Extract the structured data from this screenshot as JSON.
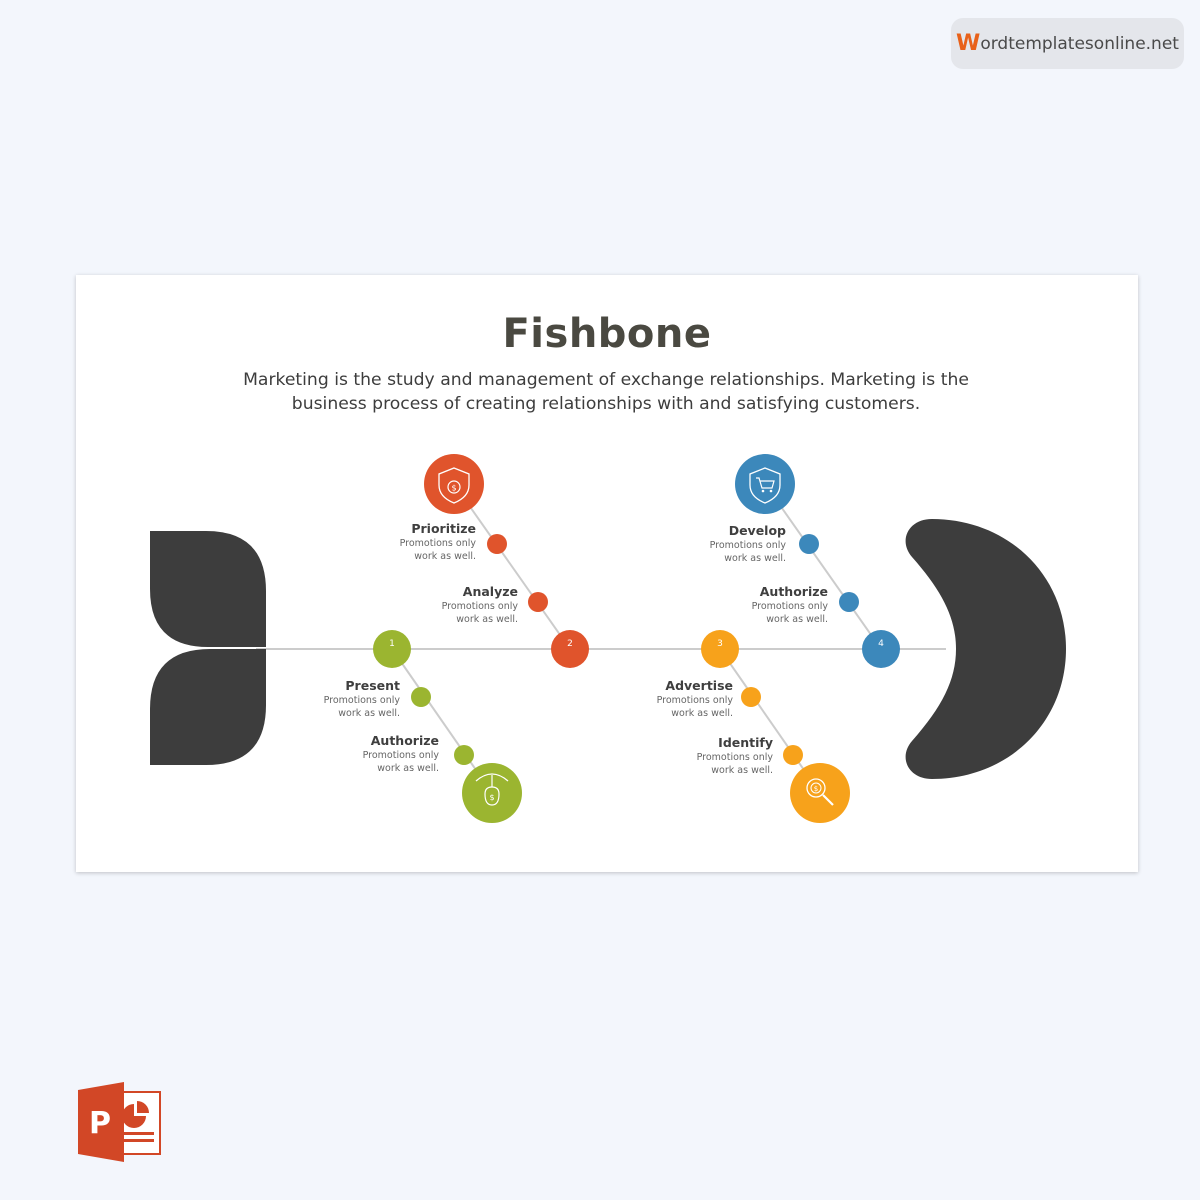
{
  "watermark": {
    "first_letter": "W",
    "rest": "ordtemplatesonline.net"
  },
  "slide": {
    "title": "Fishbone",
    "subtitle": "Marketing is the study and management of exchange relationships. Marketing is the business process of creating relationships with and satisfying customers."
  },
  "nodes": [
    {
      "number": "1",
      "color": "#9bb530"
    },
    {
      "number": "2",
      "color": "#e0542c"
    },
    {
      "number": "3",
      "color": "#f7a21b"
    },
    {
      "number": "4",
      "color": "#3c88bb"
    }
  ],
  "branches": [
    {
      "title": "Prioritize",
      "desc1": "Promotions only",
      "desc2": "work as well.",
      "color": "#e0542c"
    },
    {
      "title": "Analyze",
      "desc1": "Promotions only",
      "desc2": "work as well.",
      "color": "#e0542c"
    },
    {
      "title": "Develop",
      "desc1": "Promotions only",
      "desc2": "work as well.",
      "color": "#3c88bb"
    },
    {
      "title": "Authorize",
      "desc1": "Promotions only",
      "desc2": "work as well.",
      "color": "#3c88bb"
    },
    {
      "title": "Present",
      "desc1": "Promotions only",
      "desc2": "work as well.",
      "color": "#9bb530"
    },
    {
      "title": "Authorize",
      "desc1": "Promotions only",
      "desc2": "work as well.",
      "color": "#9bb530"
    },
    {
      "title": "Advertise",
      "desc1": "Promotions only",
      "desc2": "work as well.",
      "color": "#f7a21b"
    },
    {
      "title": "Identify",
      "desc1": "Promotions only",
      "desc2": "work as well.",
      "color": "#f7a21b"
    }
  ],
  "icons": [
    {
      "name": "shield-money-icon",
      "color": "#e0542c"
    },
    {
      "name": "shield-cart-icon",
      "color": "#3c88bb"
    },
    {
      "name": "umbrella-money-icon",
      "color": "#9bb530"
    },
    {
      "name": "magnifier-money-icon",
      "color": "#f7a21b"
    }
  ],
  "colors": {
    "spine": "#cccccc",
    "fish": "#3d3d3d",
    "title": "#4a4941"
  }
}
